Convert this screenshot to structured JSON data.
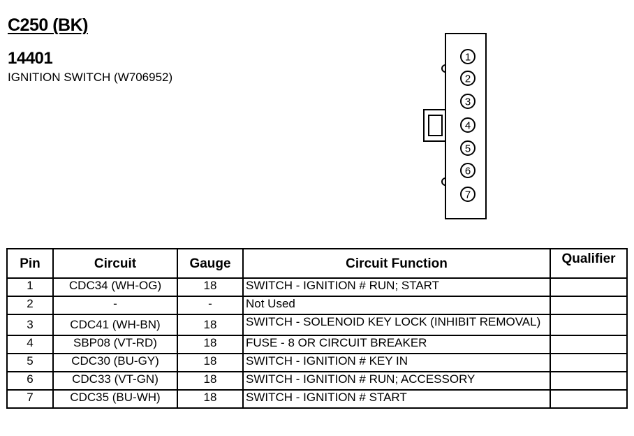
{
  "header": {
    "connector_id": "C250 (BK)",
    "part_number": "14401",
    "description": "IGNITION SWITCH (W706952)"
  },
  "connector_diagram": {
    "pins": [
      "1",
      "2",
      "3",
      "4",
      "5",
      "6",
      "7"
    ]
  },
  "table": {
    "columns": [
      "Pin",
      "Circuit",
      "Gauge",
      "Circuit Function",
      "Qualifier"
    ],
    "rows": [
      {
        "pin": "1",
        "circuit": "CDC34 (WH-OG)",
        "gauge": "18",
        "function": "SWITCH - IGNITION # RUN; START",
        "qualifier": ""
      },
      {
        "pin": "2",
        "circuit": "-",
        "gauge": "-",
        "function": "Not Used",
        "qualifier": ""
      },
      {
        "pin": "3",
        "circuit": "CDC41 (WH-BN)",
        "gauge": "18",
        "function": "SWITCH - SOLENOID KEY LOCK (INHIBIT REMOVAL)",
        "qualifier": ""
      },
      {
        "pin": "4",
        "circuit": "SBP08 (VT-RD)",
        "gauge": "18",
        "function": "FUSE - 8 OR CIRCUIT BREAKER",
        "qualifier": ""
      },
      {
        "pin": "5",
        "circuit": "CDC30 (BU-GY)",
        "gauge": "18",
        "function": "SWITCH - IGNITION # KEY IN",
        "qualifier": ""
      },
      {
        "pin": "6",
        "circuit": "CDC33 (VT-GN)",
        "gauge": "18",
        "function": "SWITCH - IGNITION # RUN; ACCESSORY",
        "qualifier": ""
      },
      {
        "pin": "7",
        "circuit": "CDC35 (BU-WH)",
        "gauge": "18",
        "function": "SWITCH - IGNITION # START",
        "qualifier": ""
      }
    ]
  }
}
